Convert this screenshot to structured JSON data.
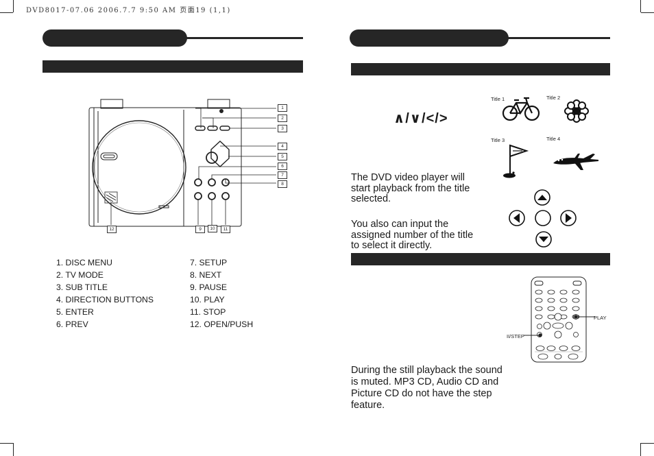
{
  "header": {
    "text": "DVD8017-07.06  2006.7.7 9:50 AM 页面19 (1,1)"
  },
  "player_diagram": {
    "callouts": [
      "1",
      "2",
      "3",
      "4",
      "5",
      "6",
      "7",
      "8",
      "9",
      "10",
      "11",
      "12"
    ]
  },
  "buttons_list": {
    "left": [
      "1.  DISC MENU",
      "2.  TV MODE",
      "3.  SUB TITLE",
      "4.  DIRECTION BUTTONS",
      "5.  ENTER",
      "6.  PREV"
    ],
    "right": [
      "7.  SETUP",
      "8.  NEXT",
      "9.  PAUSE",
      "10. PLAY",
      "11. STOP",
      "12. OPEN/PUSH"
    ]
  },
  "title_select": {
    "arrows": "∧/∨/</>",
    "titles": [
      "Title 1",
      "Title 2",
      "Title 3",
      "Title 4"
    ],
    "playback_text": [
      "The DVD video player will",
      "start playback from the title",
      "selected."
    ],
    "input_text": [
      "You also can input the",
      "assigned number of the title",
      "to select it directly."
    ]
  },
  "step_section": {
    "remote_labels": {
      "play": "PLAY",
      "step": "II/STEP"
    },
    "paragraph": [
      "During the still playback the sound",
      "is muted. MP3 CD, Audio CD and",
      "Picture CD do not have the step",
      "feature."
    ]
  },
  "colors": {
    "dark": "#262626"
  }
}
